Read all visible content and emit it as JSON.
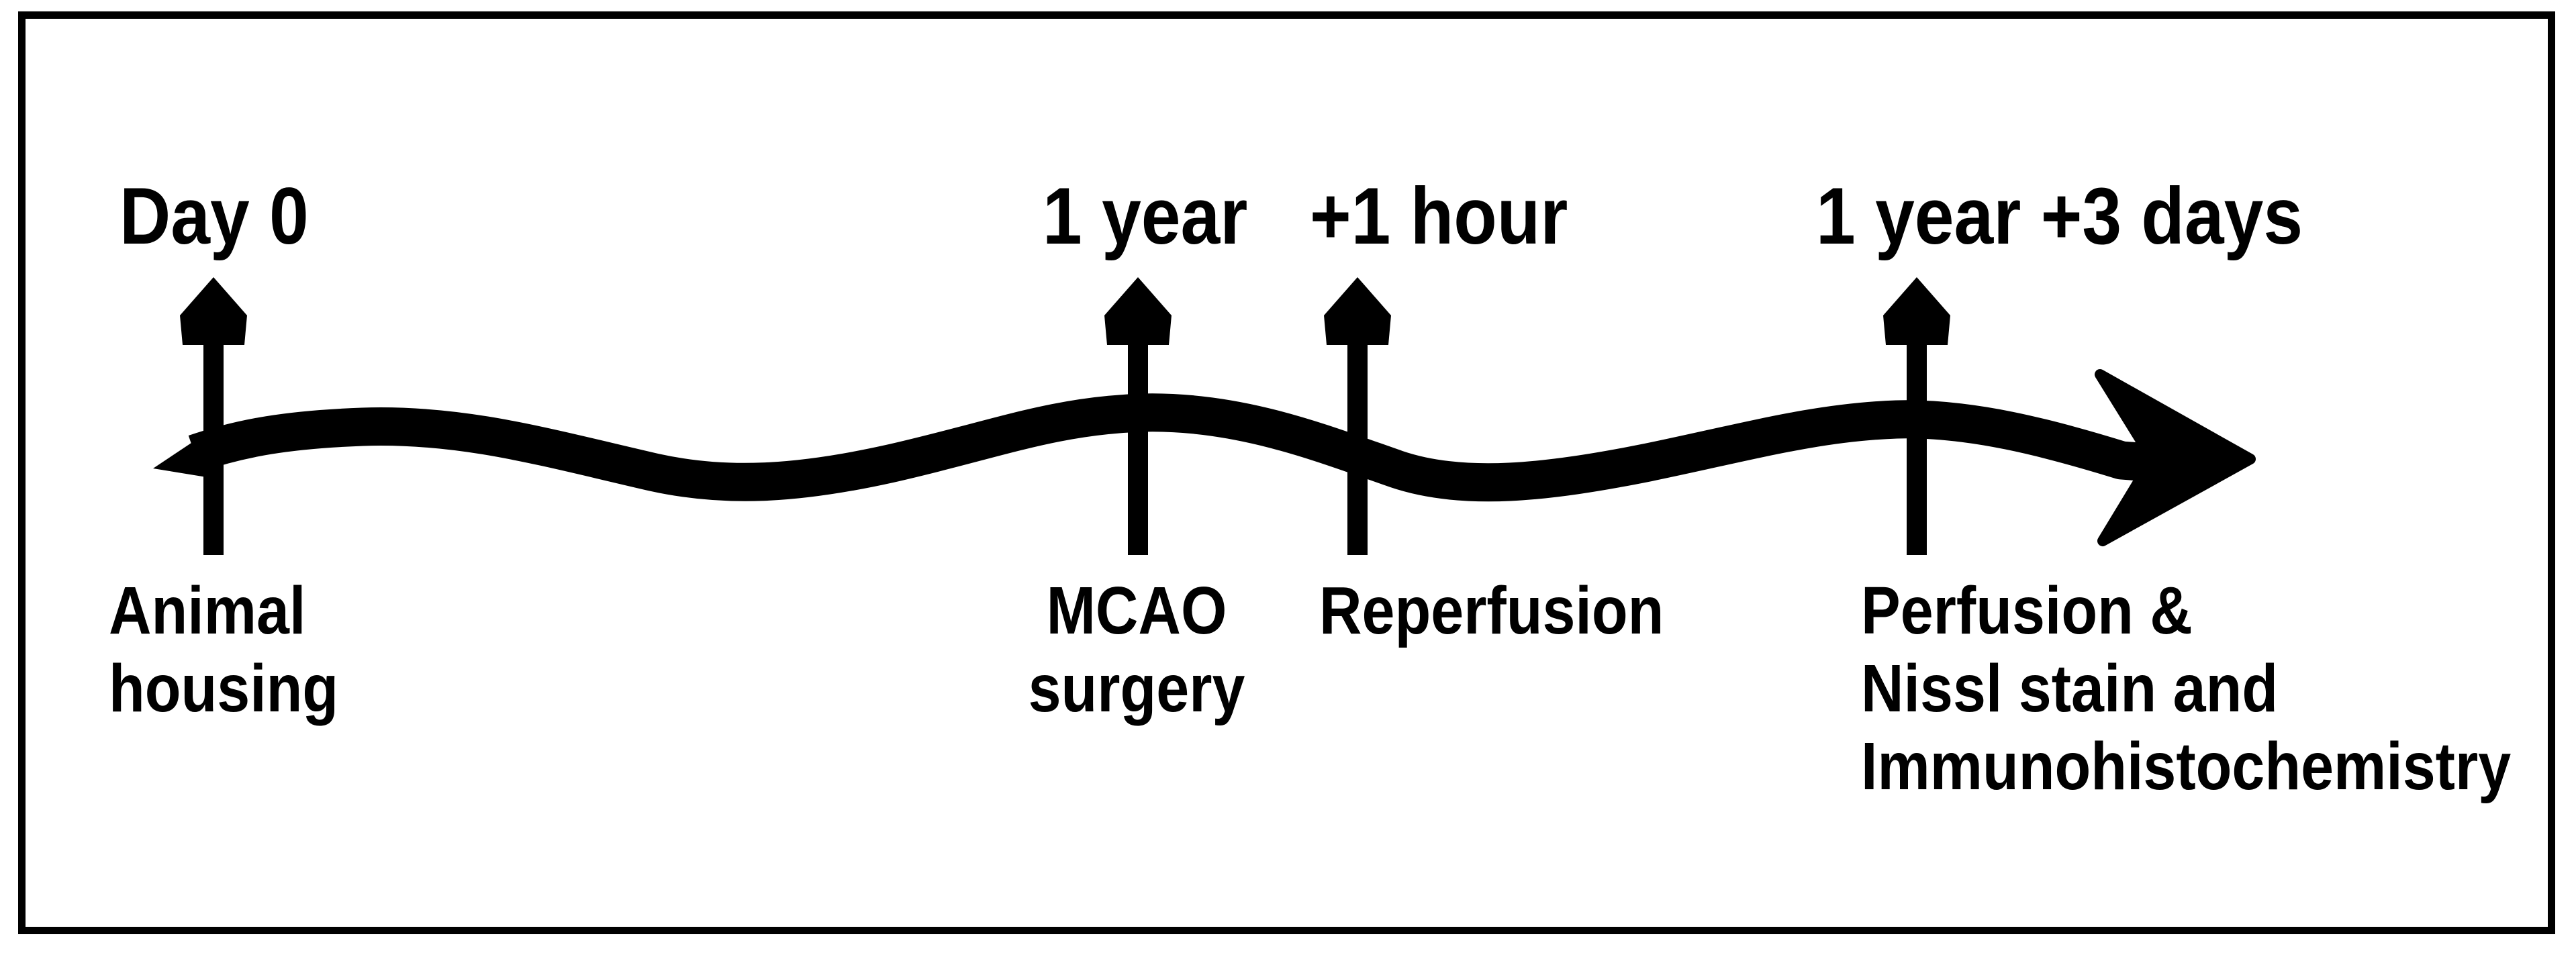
{
  "colors": {
    "ink": "#000000",
    "paper": "#ffffff"
  },
  "figure": {
    "type": "experimental-timeline",
    "milestones": [
      {
        "time": "Day 0",
        "event": "Animal housing",
        "event_lines": [
          "Animal",
          "housing"
        ]
      },
      {
        "time": "1 year",
        "event": "MCAO surgery",
        "event_lines": [
          "MCAO",
          "surgery"
        ]
      },
      {
        "time": "+1 hour",
        "event": "Reperfusion",
        "event_lines": [
          "Reperfusion"
        ]
      },
      {
        "time": "1 year +3 days",
        "event": "Perfusion & Nissl stain and Immunohistochemistry",
        "event_lines": [
          "Perfusion &",
          "Nissl stain and",
          "Immunohistochemistry"
        ]
      }
    ]
  }
}
